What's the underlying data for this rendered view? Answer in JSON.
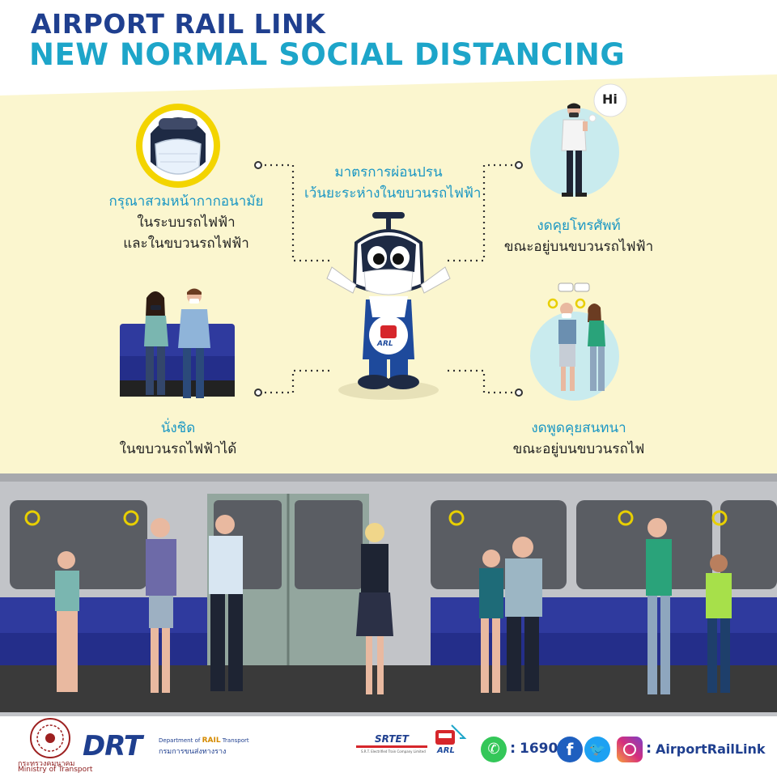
{
  "header": {
    "line1": "AIRPORT RAIL LINK",
    "line2": "NEW NORMAL SOCIAL DISTANCING"
  },
  "center": {
    "line1": "มาตรการผ่อนปรน",
    "line2": "เว้นยะระห่างในขบวนรถไฟฟ้า",
    "mascot_badge": "ARL"
  },
  "tips": {
    "mask": {
      "line1": "กรุณาสวมหน้ากากอนามัย",
      "line2": "ในระบบรถไฟฟ้า",
      "line3": "และในขบวนรถไฟฟ้า"
    },
    "phone": {
      "line1": "งดคุยโทรศัพท์",
      "line2": "ขณะอยู่บนขบวนรถไฟฟ้า",
      "bubble": "Hi"
    },
    "sit": {
      "line1": "นั่งชิด",
      "line2": "ในขบวนรถไฟฟ้าได้"
    },
    "talk": {
      "line1": "งดพูดคุยสนทนา",
      "line2": "ขณะอยู่บนขบวนรถไฟ"
    }
  },
  "footer": {
    "ministry_th": "กระทรวงคมนาคม",
    "ministry_en": "Ministry of Transport",
    "drt_logo": "DRT",
    "drt_en1": "Department of",
    "drt_en2": "RAIL",
    "drt_en3": "Transport",
    "drt_th": "กรมการขนส่งทางราง",
    "srtet_logo": "SRTET",
    "srtet_sub": "S.R.T. Electrified Train Company Limited",
    "arl_logo": "ARL",
    "hotline_sep": ":",
    "hotline": "1690",
    "social_sep": ":",
    "social": "AirportRailLink"
  },
  "colors": {
    "title_navy": "#1f3f8f",
    "title_cyan": "#1da5c9",
    "panel_cream": "#fbf6cf",
    "circle_teal": "#c9ebee",
    "mask_yellow": "#f3d400",
    "seat_blue": "#2f3a9e",
    "train_grey": "#c2c4c8",
    "floor_dark": "#3a3a3a"
  },
  "icons": [
    "whatsapp-icon",
    "facebook-icon",
    "twitter-icon",
    "instagram-icon"
  ]
}
